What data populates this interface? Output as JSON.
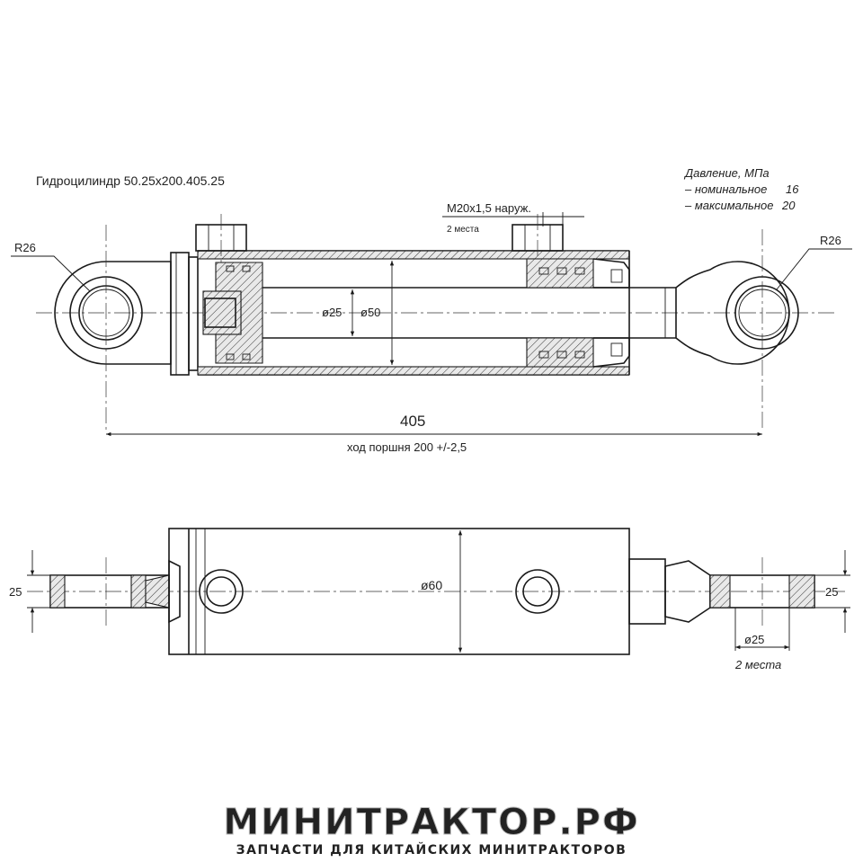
{
  "title": "Гидроцилиндр 50.25х200.405.25",
  "pressure": {
    "heading": "Давление, МПа",
    "nominal_label": "– номинальное",
    "nominal_value": "16",
    "max_label": "– максимальное",
    "max_value": "20"
  },
  "dims": {
    "r_left": "R26",
    "r_right": "R26",
    "port": "M20x1,5 наруж.",
    "port_count": "2 места",
    "rod_dia": "ø25",
    "bore_dia": "ø50",
    "overall_length": "405",
    "stroke": "ход поршня  200 +/-2,5",
    "outer_dia": "ø60",
    "eye_width_left": "25",
    "eye_width_right": "25",
    "pin_dia": "ø25",
    "pin_count": "2 места"
  },
  "watermark": {
    "brand": "МИНИТРАКТОР.РФ",
    "tagline": "ЗАПЧАСТИ ДЛЯ КИТАЙСКИХ МИНИТРАКТОРОВ"
  },
  "colors": {
    "line": "#1a1a1a",
    "background": "#ffffff",
    "watermark": "#c8c8c8"
  }
}
